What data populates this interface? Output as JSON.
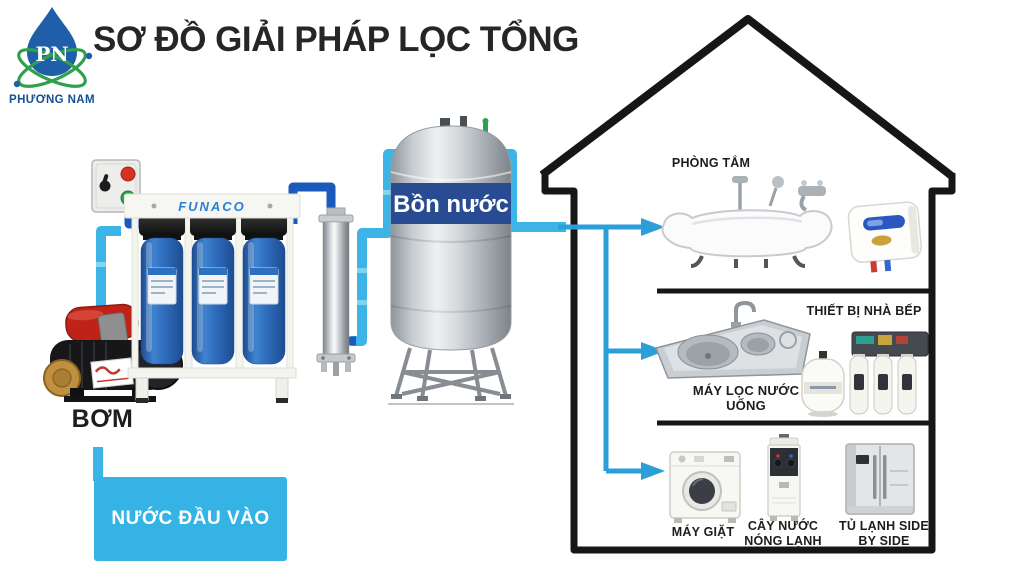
{
  "brand": {
    "initials": "PN",
    "name": "PHƯƠNG NAM"
  },
  "title": "SƠ ĐỒ GIẢI PHÁP LỌC TỔNG",
  "supply": {
    "pump_label": "BƠM",
    "input_water_label": "NƯỚC ĐẦU VÀO",
    "filter_brand": "FUNACO",
    "tank_label": "Bồn nước"
  },
  "house": {
    "bathroom_label": "PHÒNG TẮM",
    "kitchen_label": "THIẾT BỊ NHÀ BẾP",
    "drinking_filter_label": "MÁY LỌC NƯỚC UỐNG",
    "washer_label": "MÁY GIẶT",
    "dispenser_label": "CÂY NƯỚC NÓNG LẠNH",
    "fridge_label": "TỦ LẠNH SIDE BY SIDE"
  },
  "colors": {
    "pipe_light": "#3cb4e6",
    "pipe_dark": "#1b59bb",
    "arrow": "#2d9fd8",
    "input_box": "#35b3e4",
    "tank_band": "#294b92",
    "house_outline": "#161616",
    "brand_blue": "#1f5ea8",
    "brand_green": "#2fa14c"
  }
}
